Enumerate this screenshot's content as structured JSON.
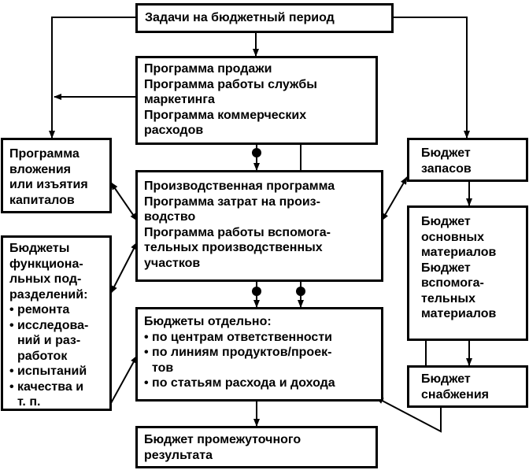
{
  "boxes": {
    "tasks": {
      "lines": [
        "Задачи на бюджетный период"
      ]
    },
    "sales": {
      "lines": [
        "Программа продажи",
        "Программа работы службы",
        "маркетинга",
        "Программа коммерческих",
        "расходов"
      ]
    },
    "capital": {
      "lines": [
        "Программа",
        "вложения",
        "или изъятия",
        "капиталов"
      ]
    },
    "production": {
      "lines": [
        "Производственная программа",
        "Программа затрат на произ-",
        "водство",
        "Программа работы вспомога-",
        "тельных производственных",
        "участков"
      ]
    },
    "stock": {
      "lines": [
        "Бюджет",
        "запасов"
      ]
    },
    "materials": {
      "lines": [
        "Бюджет",
        "основных",
        "материалов",
        "Бюджет",
        "вспомога-",
        "тельных",
        "материалов"
      ]
    },
    "functional": {
      "lines": [
        "Бюджеты",
        "функциона-",
        "льных под-",
        "разделений:"
      ],
      "bullets": [
        "ремонта",
        "исследова-",
        "ний и раз-",
        "работок",
        "испытаний",
        "качества и",
        "т. п."
      ]
    },
    "separate": {
      "lines": [
        "Бюджеты отдельно:"
      ],
      "bullets": [
        "по центрам ответственности",
        "по линиям продуктов/проек-",
        "тов",
        "по статьям расхода и дохода"
      ]
    },
    "supply": {
      "lines": [
        "Бюджет",
        "снабжения"
      ]
    },
    "interim": {
      "lines": [
        "Бюджет промежуточного",
        "результата"
      ]
    }
  }
}
